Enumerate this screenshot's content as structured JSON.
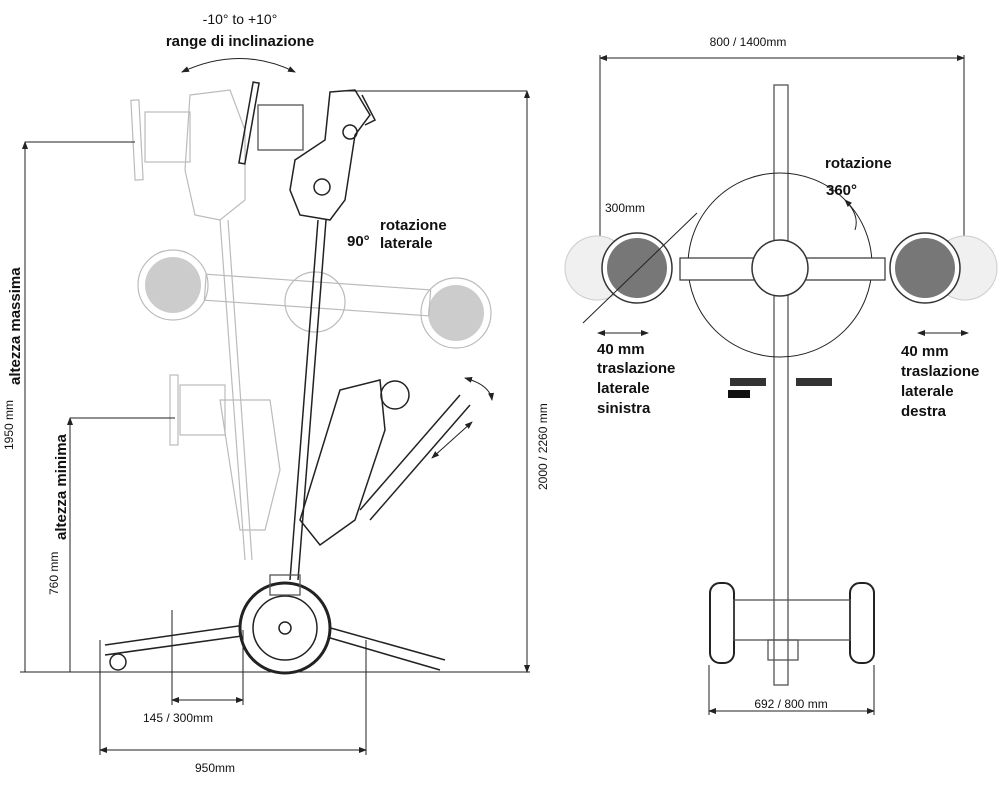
{
  "side_view": {
    "tilt_range": "-10° to +10°",
    "tilt_label": "range di inclinazione",
    "rotation_angle": "90°",
    "rotation_label_1": "rotazione",
    "rotation_label_2": "laterale",
    "max_height_value": "1950 mm",
    "max_height_label": "altezza massima",
    "min_height_value": "760 mm",
    "min_height_label": "altezza minima",
    "right_height": "2000 / 2260 mm",
    "offset_dim": "145 / 300mm",
    "base_length": "950mm"
  },
  "front_view": {
    "width_dim": "800 / 1400mm",
    "cup_dim": "300mm",
    "rotation_label": "rotazione",
    "rotation_angle": "360°",
    "left_shift_value": "40 mm",
    "left_shift_1": "traslazione",
    "left_shift_2": "laterale",
    "left_shift_3": "sinistra",
    "right_shift_value": "40 mm",
    "right_shift_1": "traslazione",
    "right_shift_2": "laterale",
    "right_shift_3": "destra",
    "base_width": "692 / 800 mm"
  }
}
